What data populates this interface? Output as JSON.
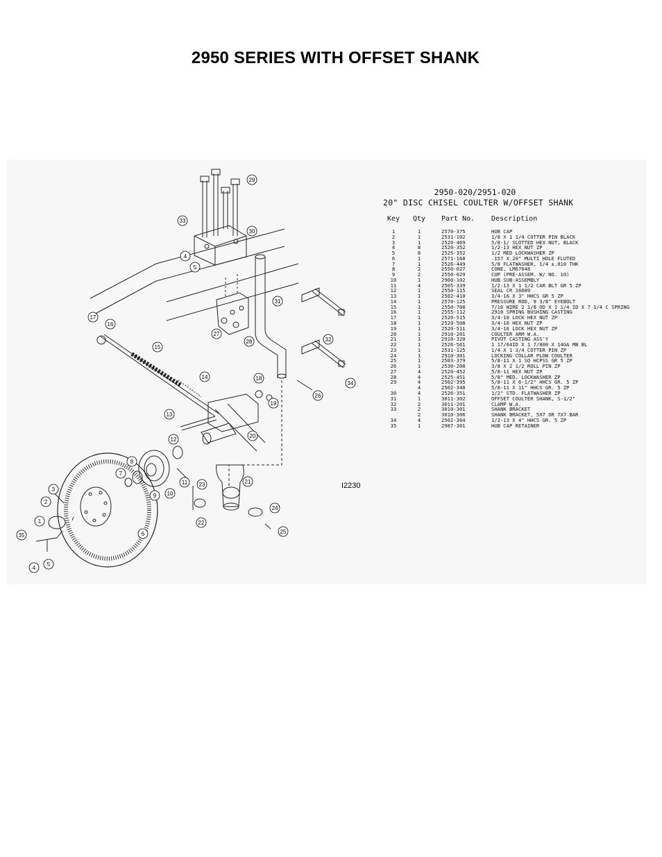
{
  "title": "2950 SERIES WITH OFFSET SHANK",
  "diagram": {
    "reference": "I2230",
    "callouts": [
      "1",
      "2",
      "3",
      "4",
      "5",
      "6",
      "7",
      "8",
      "9",
      "10",
      "11",
      "12",
      "13",
      "14",
      "15",
      "16",
      "17",
      "18",
      "19",
      "20",
      "21",
      "22",
      "23",
      "24",
      "25",
      "26",
      "27",
      "28",
      "29",
      "30",
      "31",
      "32",
      "33",
      "34",
      "35",
      "4",
      "5"
    ]
  },
  "parts_table": {
    "model": "2950-020/2951-020",
    "subtitle": "20\" DISC CHISEL COULTER W/OFFSET SHANK",
    "headers": {
      "key": "Key",
      "qty": "Qty",
      "part": "Part No.",
      "description": "Description"
    },
    "rows": [
      {
        "key": "1",
        "qty": "1",
        "part": "2570-375",
        "desc": "HUB CAP"
      },
      {
        "key": "2",
        "qty": "1",
        "part": "2531-102",
        "desc": "1/8 X 1 1/4 COTTER PIN BLACK"
      },
      {
        "key": "3",
        "qty": "1",
        "part": "2520-469",
        "desc": "5/8-1/ SLOTTED HEX NUT, BLACK"
      },
      {
        "key": "4",
        "qty": "8",
        "part": "2520-352",
        "desc": "1/2-13 HEX NUT ZP"
      },
      {
        "key": "5",
        "qty": "8",
        "part": "2525-352",
        "desc": "1/2 MED LOCKWASHER ZP"
      },
      {
        "key": "6",
        "qty": "1",
        "part": "2571-168",
        "desc": ".157 X 20\" MULTI HOLE FLUTED"
      },
      {
        "key": "7",
        "qty": "1",
        "part": "2526-449",
        "desc": "5/8 FLATWASHER, 1/4 ±.010 THK"
      },
      {
        "key": "8",
        "qty": "2",
        "part": "2550-027",
        "desc": "CONE, LM67048"
      },
      {
        "key": "9",
        "qty": "2",
        "part": "2550-029",
        "desc": "CUP (PRE-ASSEM. W/ NO. 10)"
      },
      {
        "key": "10",
        "qty": "1",
        "part": "2900-102",
        "desc": "HUB SUB-ASSEMBLY"
      },
      {
        "key": "11",
        "qty": "4",
        "part": "2505-339",
        "desc": "1/2-13 X 1 1/2 CAR BLT GR 5 ZP"
      },
      {
        "key": "12",
        "qty": "1",
        "part": "2550-115",
        "desc": "SEAL CR 16089"
      },
      {
        "key": "13",
        "qty": "1",
        "part": "2502-410",
        "desc": "3/4-16 X 3\" HHCS GR 5 ZP"
      },
      {
        "key": "14",
        "qty": "1",
        "part": "2570-125",
        "desc": "PRESSURE ROD, 9 3/8\" EYEBOLT"
      },
      {
        "key": "15",
        "qty": "1",
        "part": "2550-708",
        "desc": "7/16 WIRE 2 1/8 OD X 1 1/4 ID X 7 1/4 C SPRING"
      },
      {
        "key": "16",
        "qty": "1",
        "part": "2555-112",
        "desc": "2910 SPRING BUSHING CASTING"
      },
      {
        "key": "17",
        "qty": "1",
        "part": "2520-515",
        "desc": "3/4-10 LOCK HEX NUT ZP"
      },
      {
        "key": "18",
        "qty": "1",
        "part": "2520-508",
        "desc": "3/4-16 HEX NUT ZP"
      },
      {
        "key": "19",
        "qty": "1",
        "part": "2520-511",
        "desc": "3/4-16 LOCK HEX NUT ZP"
      },
      {
        "key": "20",
        "qty": "1",
        "part": "2910-201",
        "desc": "COULTER ARM W.A."
      },
      {
        "key": "21",
        "qty": "1",
        "part": "2910-320",
        "desc": "PIVOT CASTING ASS'Y"
      },
      {
        "key": "22",
        "qty": "1",
        "part": "2526-561",
        "desc": "1 17/64ID X 1 7/800 X 14GA MB BL"
      },
      {
        "key": "23",
        "qty": "1",
        "part": "2531-125",
        "desc": "1/4 X 1 3/4 COTTER PIN ZP"
      },
      {
        "key": "24",
        "qty": "1",
        "part": "2910-301",
        "desc": "LOCKING COLLAR PLOW COULTER"
      },
      {
        "key": "25",
        "qty": "1",
        "part": "2503-379",
        "desc": "5/8-11 X 1 SQ HCPSS GR 5 ZP"
      },
      {
        "key": "26",
        "qty": "1",
        "part": "2530-208",
        "desc": "3/8 X 2 1/2 ROLL PIN ZP"
      },
      {
        "key": "27",
        "qty": "4",
        "part": "2520-452",
        "desc": "5/8-11 HEX NUT ZP"
      },
      {
        "key": "28",
        "qty": "4",
        "part": "2525-451",
        "desc": "5/8\" MED. LOCKWASHER ZP"
      },
      {
        "key": "29",
        "qty": "4",
        "part": "2502-395",
        "desc": "5/8-11 X 6-1/2\" HHCS GR. 5 ZP"
      },
      {
        "key": "",
        "qty": "4",
        "part": "2502-348",
        "desc": "5/8-11 X 11\" HHCS GR. 5 ZP"
      },
      {
        "key": "30",
        "qty": "4",
        "part": "2526-351",
        "desc": "1/2\" STD. FLATWASHER ZP"
      },
      {
        "key": "31",
        "qty": "1",
        "part": "3011-302",
        "desc": "OFFSET COULTER SHANK, S-1/2\""
      },
      {
        "key": "32",
        "qty": "2",
        "part": "3011-201",
        "desc": "CLAMP W.A."
      },
      {
        "key": "33",
        "qty": "2",
        "part": "3010-301",
        "desc": "SHANK BRACKET"
      },
      {
        "key": "",
        "qty": "2",
        "part": "3010-306",
        "desc": "SHANK BRACKET, 5X7 OR 7X7 BAR"
      },
      {
        "key": "34",
        "qty": "4",
        "part": "2502-364",
        "desc": "1/2-13 X 4\" HHCS GR. 5 ZP"
      },
      {
        "key": "35",
        "qty": "1",
        "part": "2987-301",
        "desc": "HUB CAP RETAINER"
      }
    ]
  }
}
